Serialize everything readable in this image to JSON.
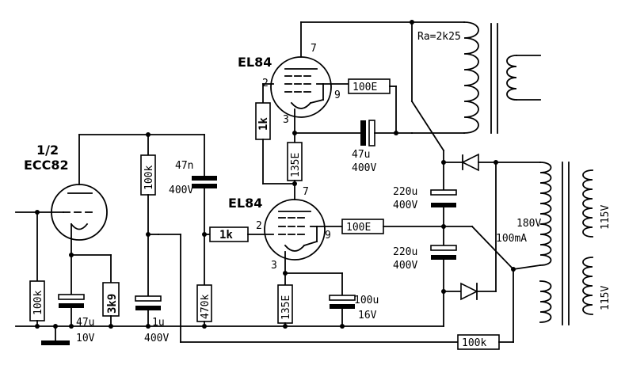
{
  "labels": {
    "ecc82_half": "1/2",
    "ecc82": "ECC82",
    "el84_top": "EL84",
    "el84_bot": "EL84",
    "ra": "Ra=2k25",
    "c47n": "47n",
    "c47n_v": "400V",
    "r100k_a": "100k",
    "r100k_b": "100k",
    "c47u_a": "47u",
    "c47u_a_v": "10V",
    "r3k9": "3k9",
    "c1u": "1u",
    "c1u_v": "400V",
    "r470k": "470k",
    "r1k_grid": "1k",
    "r1k_top": "1k",
    "r135e_top": "135E",
    "r135e_bot": "135E",
    "r100e_top": "100E",
    "r100e_bot": "100E",
    "c47u_b": "47u",
    "c47u_b_v": "400V",
    "c100u": "100u",
    "c100u_v": "16V",
    "c220u_a": "220u",
    "c220u_a_v": "400V",
    "c220u_b": "220u",
    "c220u_b_v": "400V",
    "tr_v": "180V",
    "tr_i": "100mA",
    "tr_115a": "115V",
    "tr_115b": "115V",
    "r100k_fb": "100k",
    "pin7_top": "7",
    "pin2_top": "2",
    "pin9_top": "9",
    "pin3_top": "3",
    "pin7_bot": "7",
    "pin2_bot": "2",
    "pin9_bot": "9",
    "pin3_bot": "3"
  }
}
